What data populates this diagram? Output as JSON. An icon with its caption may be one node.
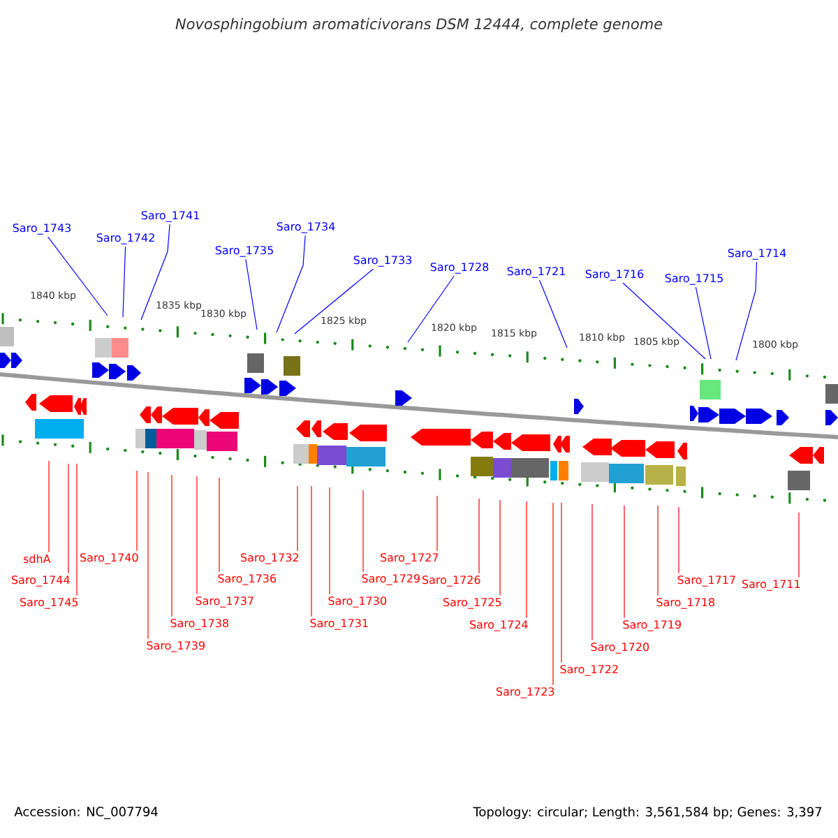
{
  "diagram": {
    "title": "Novosphingobium aromaticivorans DSM 12444, complete genome",
    "nodes": [
      {
        "text": [
          "Saro_1743"
        ]
      },
      {
        "text": [
          "Saro_1742"
        ]
      },
      {
        "text": [
          "Saro_1741"
        ]
      },
      {
        "text": [
          "Saro_1735"
        ]
      },
      {
        "text": [
          "Saro_1734"
        ]
      },
      {
        "text": [
          "Saro_1733"
        ]
      },
      {
        "text": [
          "Saro_1728"
        ]
      },
      {
        "text": [
          "Saro_1721"
        ]
      },
      {
        "text": [
          "Saro_1716"
        ]
      },
      {
        "text": [
          "Saro_1715"
        ]
      },
      {
        "text": [
          "Saro_1714"
        ]
      },
      {
        "text": [
          "sdhA"
        ]
      },
      {
        "text": [
          "Saro_1744"
        ]
      },
      {
        "text": [
          "Saro_1745"
        ]
      },
      {
        "text": [
          "Saro_1740"
        ]
      },
      {
        "text": [
          "Saro_1739"
        ]
      },
      {
        "text": [
          "Saro_1738"
        ]
      },
      {
        "text": [
          "Saro_1737"
        ]
      },
      {
        "text": [
          "Saro_1736"
        ]
      },
      {
        "text": [
          "Saro_1732"
        ]
      },
      {
        "text": [
          "Saro_1731"
        ]
      },
      {
        "text": [
          "Saro_1730"
        ]
      },
      {
        "text": [
          "Saro_1729"
        ]
      },
      {
        "text": [
          "Saro_1727"
        ]
      },
      {
        "text": [
          "Saro_1726"
        ]
      },
      {
        "text": [
          "Saro_1725"
        ]
      },
      {
        "text": [
          "Saro_1724"
        ]
      },
      {
        "text": [
          "Saro_1723"
        ]
      },
      {
        "text": [
          "Saro_1722"
        ]
      },
      {
        "text": [
          "Saro_1720"
        ]
      },
      {
        "text": [
          "Saro_1719"
        ]
      },
      {
        "text": [
          "Saro_1718"
        ]
      },
      {
        "text": [
          "Saro_1717"
        ]
      },
      {
        "text": [
          "Saro_1711"
        ]
      }
    ],
    "edges": [
      {
        "from": 0,
        "to": null,
        "arrow": "none",
        "color": "#0000ff"
      },
      {
        "from": 1,
        "to": null,
        "arrow": "none",
        "color": "#0000ff"
      },
      {
        "from": 2,
        "to": null,
        "arrow": "none",
        "color": "#0000ff"
      },
      {
        "from": 3,
        "to": null,
        "arrow": "none",
        "color": "#0000ff"
      },
      {
        "from": 4,
        "to": null,
        "arrow": "none",
        "color": "#0000ff"
      },
      {
        "from": 5,
        "to": null,
        "arrow": "none",
        "color": "#0000ff"
      },
      {
        "from": 6,
        "to": null,
        "arrow": "none",
        "color": "#0000ff"
      },
      {
        "from": 7,
        "to": null,
        "arrow": "none",
        "color": "#0000ff"
      },
      {
        "from": 8,
        "to": null,
        "arrow": "none",
        "color": "#0000ff"
      },
      {
        "from": 9,
        "to": null,
        "arrow": "none",
        "color": "#0000ff"
      },
      {
        "from": 10,
        "to": null,
        "arrow": "none",
        "color": "#0000ff"
      },
      {
        "from": 11,
        "to": null,
        "arrow": "none"
      },
      {
        "from": 12,
        "to": null,
        "arrow": "none"
      },
      {
        "from": 13,
        "to": null,
        "arrow": "none"
      },
      {
        "from": 14,
        "to": null,
        "arrow": "none"
      },
      {
        "from": 15,
        "to": null,
        "arrow": "none"
      },
      {
        "from": 16,
        "to": null,
        "arrow": "none"
      },
      {
        "from": 17,
        "to": null,
        "arrow": "none"
      },
      {
        "from": 18,
        "to": null,
        "arrow": "none"
      },
      {
        "from": 19,
        "to": null,
        "arrow": "none"
      },
      {
        "from": 20,
        "to": null,
        "arrow": "none"
      },
      {
        "from": 21,
        "to": null,
        "arrow": "none"
      },
      {
        "from": 22,
        "to": null,
        "arrow": "none"
      },
      {
        "from": 23,
        "to": null,
        "arrow": "none"
      },
      {
        "from": 24,
        "to": null,
        "arrow": "none"
      },
      {
        "from": 25,
        "to": null,
        "arrow": "none"
      },
      {
        "from": 26,
        "to": null,
        "arrow": "none"
      },
      {
        "from": 27,
        "to": null,
        "arrow": "none"
      },
      {
        "from": 28,
        "to": null,
        "arrow": "none"
      },
      {
        "from": 29,
        "to": null,
        "arrow": "none"
      },
      {
        "from": 30,
        "to": null,
        "arrow": "none"
      },
      {
        "from": 31,
        "to": null,
        "arrow": "none"
      },
      {
        "from": 32,
        "to": null,
        "arrow": "none"
      },
      {
        "from": 33,
        "to": null,
        "arrow": "none"
      }
    ],
    "labels": [
      "1840 kbp",
      "1835 kbp",
      "1830 kbp",
      "1825 kbp",
      "1820 kbp",
      "1815 kbp",
      "1810 kbp",
      "1805 kbp",
      "1800 kbp",
      "Accession: NC_007794",
      "Topology: circular; Length: 3,561,584 bp; Genes: 3,397"
    ]
  }
}
